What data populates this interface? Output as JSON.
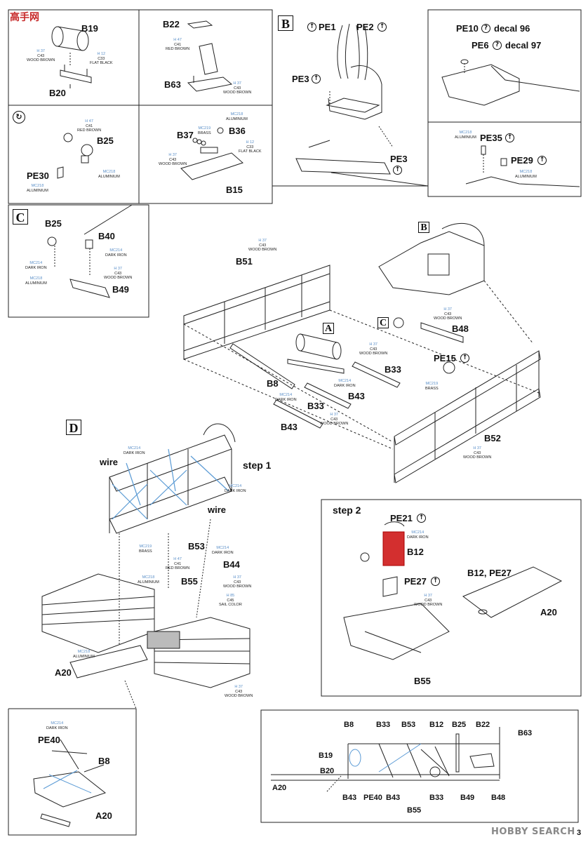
{
  "watermark_top": "高手网",
  "watermark_bottom": "HOBBY SEARCH",
  "page_number": "3",
  "sections": {
    "A": "A",
    "B": "B",
    "C": "C",
    "D": "D"
  },
  "steps": {
    "step1": "step 1",
    "step2": "step 2"
  },
  "parts": {
    "B19": "B19",
    "B20": "B20",
    "B22": "B22",
    "B63": "B63",
    "PE1": "PE1",
    "PE2": "PE2",
    "PE3a": "PE3",
    "PE3b": "PE3",
    "PE10": "PE10",
    "decal96": "decal 96",
    "PE6": "PE6",
    "decal97": "decal 97",
    "B25": "B25",
    "PE30": "PE30",
    "B37": "B37",
    "B36": "B36",
    "B15": "B15",
    "PE35": "PE35",
    "PE29": "PE29",
    "B25c": "B25",
    "B40": "B40",
    "B49": "B49",
    "B51": "B51",
    "B48": "B48",
    "B33a": "B33",
    "PE15": "PE15",
    "B8": "B8",
    "B43a": "B43",
    "B33b": "B33",
    "B43b": "B43",
    "B52": "B52",
    "wire1": "wire",
    "wire2": "wire",
    "B53": "B53",
    "B44": "B44",
    "B55": "B55",
    "A20": "A20",
    "PE21": "PE21",
    "B12": "B12",
    "PE27": "PE27",
    "B12PE27": "B12, PE27",
    "A20b": "A20",
    "B55b": "B55",
    "PE40": "PE40",
    "B8b": "B8",
    "A20c": "A20"
  },
  "side_view": {
    "top": [
      "B8",
      "B33",
      "B53",
      "B12",
      "B25",
      "B22"
    ],
    "B63": "B63",
    "B19": "B19",
    "B20": "B20",
    "A20": "A20",
    "bottom": [
      "B43",
      "PE40",
      "B43",
      "B33",
      "B49",
      "B48"
    ],
    "B55": "B55"
  },
  "colors": {
    "c1": {
      "code": "H 37",
      "num": "C43",
      "name": "WOOD BROWN"
    },
    "c2": {
      "code": "H 12",
      "num": "C33",
      "name": "FLAT BLACK"
    },
    "c3": {
      "code": "H 47",
      "num": "C41",
      "name": "RED BROWN"
    },
    "c4": {
      "code": "H 37",
      "num": "C43",
      "name": "WOOD BROWN"
    },
    "c5": {
      "code": "H 47",
      "num": "C41",
      "name": "RED BROWN"
    },
    "c6": {
      "code": "MC218",
      "num": "",
      "name": "ALUMINIUM"
    },
    "c7": {
      "code": "MC218",
      "num": "",
      "name": "ALUMINIUM"
    },
    "c8": {
      "code": "MC218",
      "num": "",
      "name": "ALUMINIUM"
    },
    "c9": {
      "code": "MC219",
      "num": "",
      "name": "BRASS"
    },
    "c10": {
      "code": "H 12",
      "num": "C33",
      "name": "FLAT BLACK"
    },
    "c11": {
      "code": "H 37",
      "num": "C43",
      "name": "WOOD BROWN"
    },
    "c12": {
      "code": "MC218",
      "num": "",
      "name": "ALUMINIUM"
    },
    "c13": {
      "code": "MC218",
      "num": "",
      "name": "ALUMINIUM"
    },
    "c14": {
      "code": "MC214",
      "num": "",
      "name": "DARK IRON"
    },
    "c15": {
      "code": "MC214",
      "num": "",
      "name": "DARK IRON"
    },
    "c16": {
      "code": "MC218",
      "num": "",
      "name": "ALUMINIUM"
    },
    "c17": {
      "code": "H 37",
      "num": "C43",
      "name": "WOOD BROWN"
    },
    "c18": {
      "code": "H 37",
      "num": "C43",
      "name": "WOOD BROWN"
    },
    "c19": {
      "code": "H 37",
      "num": "C43",
      "name": "WOOD BROWN"
    },
    "c20": {
      "code": "H 37",
      "num": "C43",
      "name": "WOOD BROWN"
    },
    "c21": {
      "code": "MC214",
      "num": "",
      "name": "DARK IRON"
    },
    "c22": {
      "code": "MC219",
      "num": "",
      "name": "BRASS"
    },
    "c23": {
      "code": "MC214",
      "num": "",
      "name": "DARK IRON"
    },
    "c24": {
      "code": "H 37",
      "num": "C43",
      "name": "WOOD BROWN"
    },
    "c25": {
      "code": "H 37",
      "num": "C43",
      "name": "WOOD BROWN"
    },
    "c26": {
      "code": "MC214",
      "num": "",
      "name": "DARK IRON"
    },
    "c27": {
      "code": "MC214",
      "num": "",
      "name": "DARK IRON"
    },
    "c28": {
      "code": "MC219",
      "num": "",
      "name": "BRASS"
    },
    "c29": {
      "code": "H 47",
      "num": "C41",
      "name": "RED BROWN"
    },
    "c30": {
      "code": "MC214",
      "num": "",
      "name": "DARK IRON"
    },
    "c31": {
      "code": "MC218",
      "num": "",
      "name": "ALUMINIUM"
    },
    "c32": {
      "code": "H 37",
      "num": "C43",
      "name": "WOOD BROWN"
    },
    "c33": {
      "code": "H 85",
      "num": "C45",
      "name": "SAIL COLOR"
    },
    "c34": {
      "code": "MC218",
      "num": "",
      "name": "ALUMINIUM"
    },
    "c35": {
      "code": "H 37",
      "num": "C43",
      "name": "WOOD BROWN"
    },
    "c36": {
      "code": "MC214",
      "num": "",
      "name": "DARK IRON"
    },
    "c37": {
      "code": "H 37",
      "num": "C43",
      "name": "WOOD BROWN"
    },
    "c38": {
      "code": "MC214",
      "num": "",
      "name": "DARK IRON"
    }
  },
  "accent_red": "#d32f2f",
  "wire_blue": "#5b9bd5"
}
